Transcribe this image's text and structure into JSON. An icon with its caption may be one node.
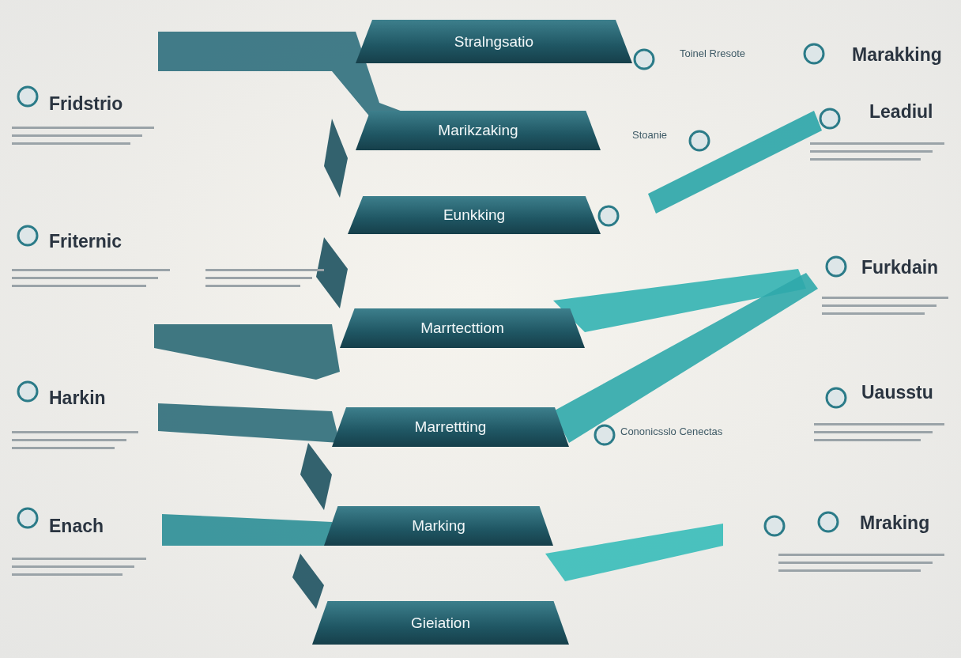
{
  "diagram": {
    "nodes": [
      {
        "text": [
          "Stralngsatio"
        ]
      },
      {
        "text": [
          "Marikzaking"
        ]
      },
      {
        "text": [
          "Eunkking"
        ]
      },
      {
        "text": [
          "Marrtecttiom"
        ]
      },
      {
        "text": [
          "Marrettting"
        ]
      },
      {
        "text": [
          "Marking"
        ]
      },
      {
        "text": [
          "Gieiation"
        ]
      }
    ],
    "edges": [],
    "labels": [
      "Toinel Rresote",
      "Marakking",
      "Fridstrio",
      "Leadiul",
      "Stoanie",
      "Friternic",
      "Furkdain",
      "Harkin",
      "Uausstu",
      "Cononicsslo Cenectas",
      "Enach",
      "Mraking"
    ]
  }
}
